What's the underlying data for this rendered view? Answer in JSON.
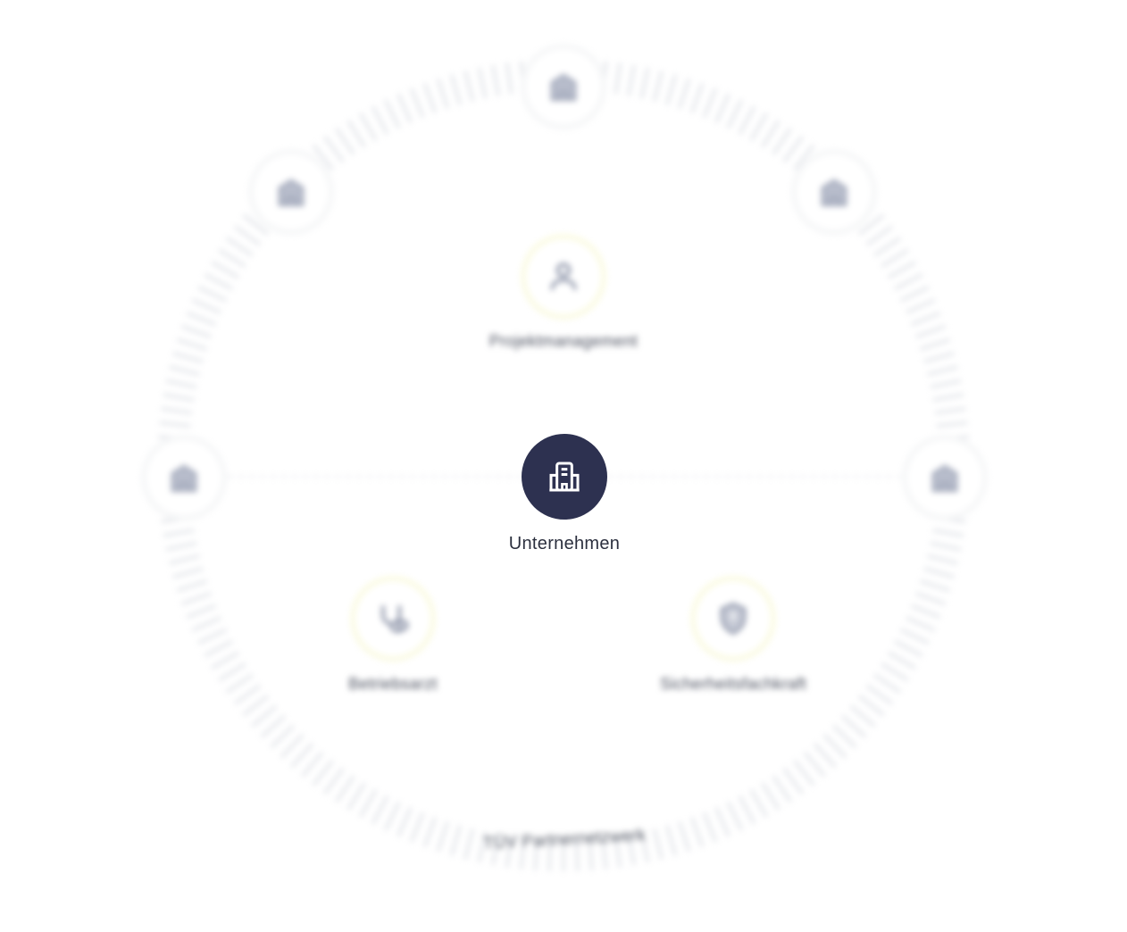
{
  "center": {
    "label": "Unternehmen",
    "icon": "building-icon",
    "color": "#2d3150"
  },
  "inner_nodes": [
    {
      "id": "projektmanagement",
      "label": "Projektmanagement",
      "icon": "users-icon"
    },
    {
      "id": "betriebsarzt",
      "label": "Betriebsarzt",
      "icon": "stethoscope-icon"
    },
    {
      "id": "sicherheitsfachkraft",
      "label": "Sicherheitsfachkraft",
      "icon": "shield-icon"
    }
  ],
  "outer_nodes": [
    {
      "id": "outer-1",
      "icon": "building-icon"
    },
    {
      "id": "outer-2",
      "icon": "building-icon"
    },
    {
      "id": "outer-3",
      "icon": "building-icon"
    },
    {
      "id": "outer-4",
      "icon": "building-icon"
    },
    {
      "id": "outer-5",
      "icon": "building-icon"
    }
  ],
  "bottom_text": "TÜV Partnernetzwerk",
  "colors": {
    "ring": "#e6e8ec",
    "accent_ring": "#fbfbe4",
    "icon_muted": "#9aa1b4",
    "dark": "#2d3150"
  }
}
